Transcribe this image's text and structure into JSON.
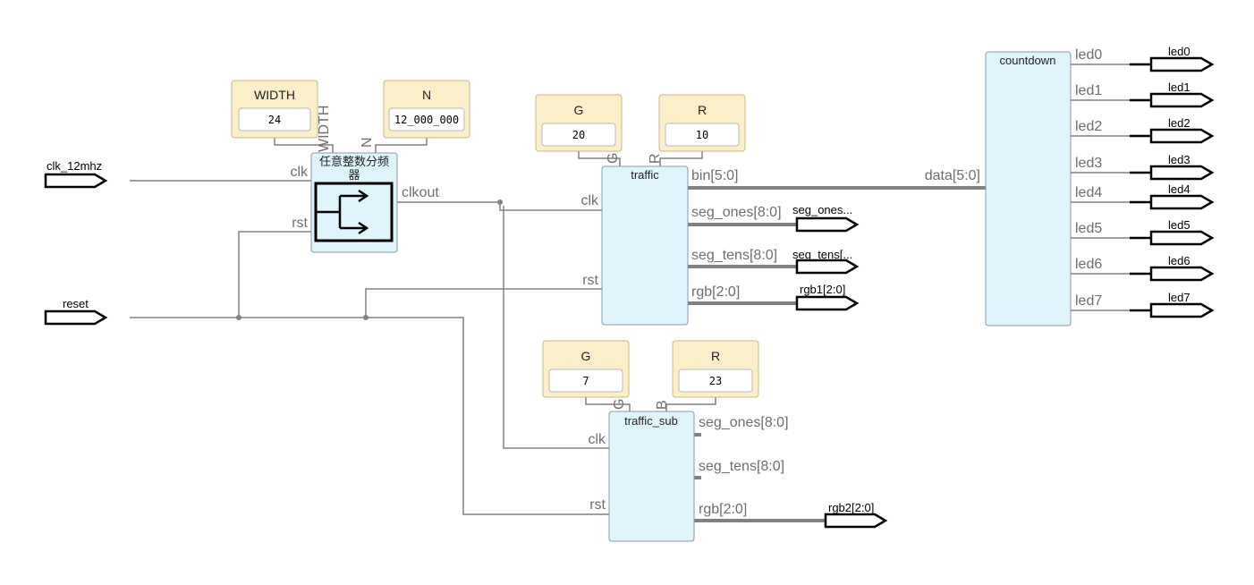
{
  "inputs": {
    "clk": "clk_12mhz",
    "reset": "reset"
  },
  "divider": {
    "title_line1": "任意整数分频",
    "title_line2": "器",
    "pin_clk": "clk",
    "pin_rst": "rst",
    "pin_clkout": "clkout",
    "params": [
      {
        "name": "WIDTH",
        "value": "24",
        "pin": "WIDTH"
      },
      {
        "name": "N",
        "value": "12_000_000",
        "pin": "N"
      }
    ]
  },
  "traffic": {
    "title": "traffic",
    "pin_clk": "clk",
    "pin_rst": "rst",
    "pin_bin": "bin[5:0]",
    "pin_seg_ones": "seg_ones[8:0]",
    "pin_seg_tens": "seg_tens[8:0]",
    "pin_rgb": "rgb[2:0]",
    "params": [
      {
        "name": "G",
        "value": "20",
        "pin": "G"
      },
      {
        "name": "R",
        "value": "10",
        "pin": "R"
      }
    ]
  },
  "traffic_sub": {
    "title": "traffic_sub",
    "pin_clk": "clk",
    "pin_rst": "rst",
    "pin_seg_ones": "seg_ones[8:0]",
    "pin_seg_tens": "seg_tens[8:0]",
    "pin_rgb": "rgb[2:0]",
    "params": [
      {
        "name": "G",
        "value": "7",
        "pin": "G"
      },
      {
        "name": "R",
        "value": "23",
        "pin": "B"
      }
    ]
  },
  "countdown": {
    "title": "countdown",
    "pin_data": "data[5:0]",
    "outputs": [
      "led0",
      "led1",
      "led2",
      "led3",
      "led4",
      "led5",
      "led6",
      "led7"
    ]
  },
  "outputs": {
    "seg_ones": "seg_ones...",
    "seg_tens": "seg_tens[...",
    "rgb1": "rgb1[2:0]",
    "rgb2": "rgb2[2:0]",
    "leds": [
      "led0",
      "led1",
      "led2",
      "led3",
      "led4",
      "led5",
      "led6",
      "led7"
    ]
  },
  "colors": {
    "block_fill": "#e0f4fc",
    "param_fill": "#fbefc9",
    "wire": "#808080"
  }
}
